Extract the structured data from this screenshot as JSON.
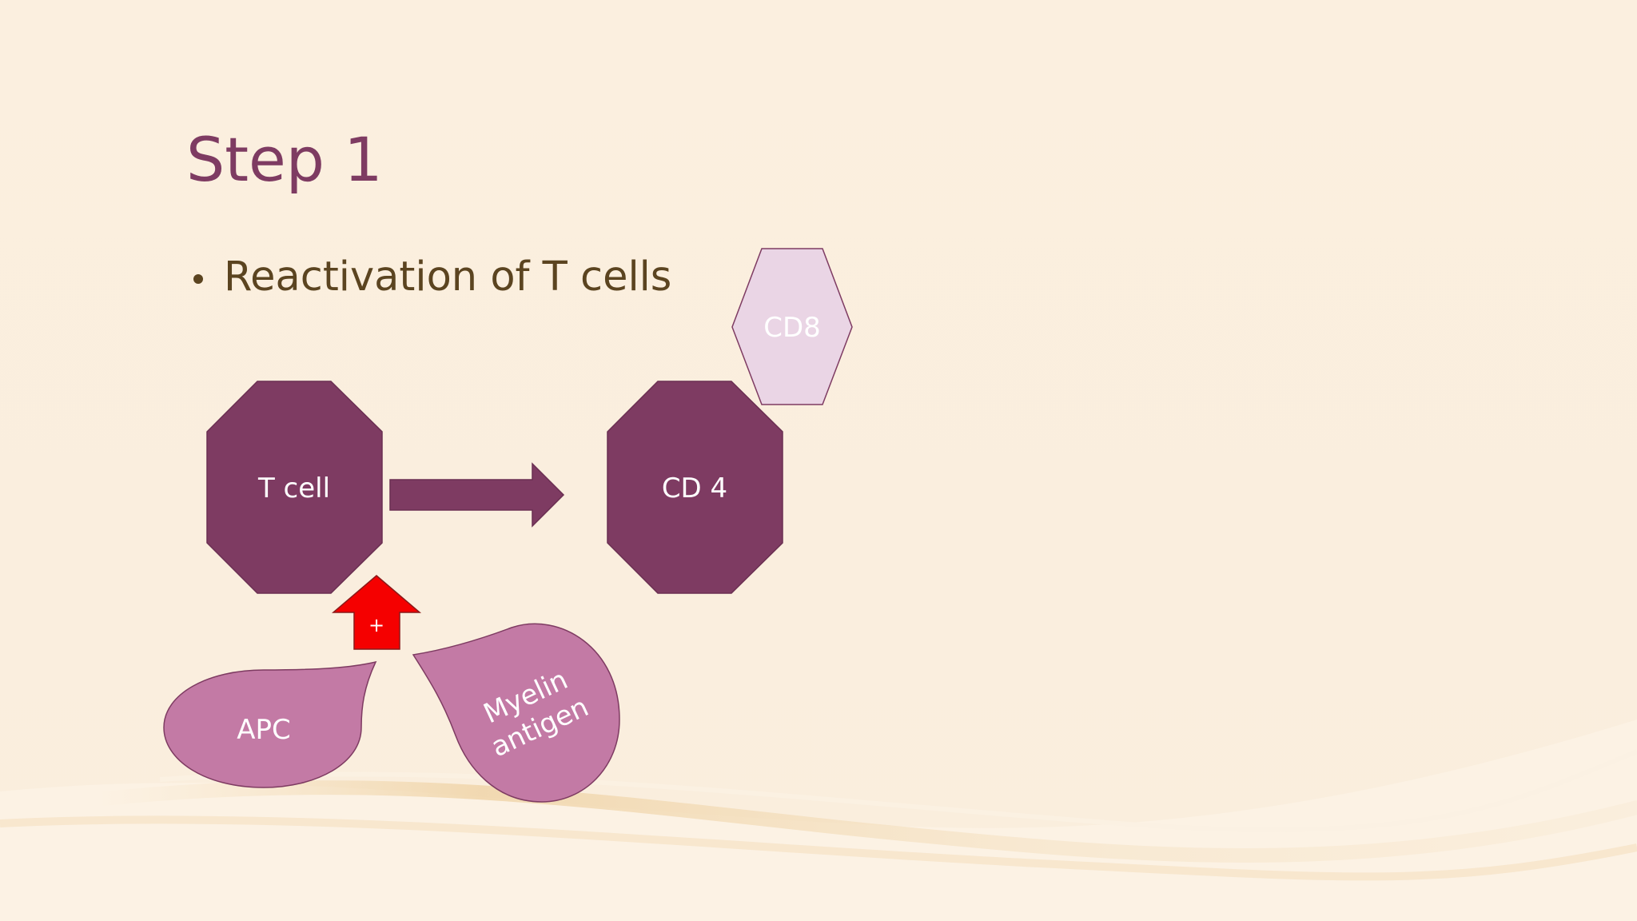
{
  "slide": {
    "title": "Step 1",
    "bullet": "Reactivation of T cells"
  },
  "diagram": {
    "nodes": {
      "t_cell": "T cell",
      "cd4": "CD 4",
      "cd8": "CD8",
      "apc": "APC",
      "myelin_line1": "Myelin",
      "myelin_line2": "antigen",
      "plus": "+"
    }
  },
  "colors": {
    "background": "#faeedd",
    "title": "#7e3b62",
    "bullet_text": "#5b4420",
    "octagon": "#7e3b62",
    "cd8_fill": "#ead5e5",
    "teardrop": "#c37aa5",
    "red_arrow": "#f50000"
  }
}
